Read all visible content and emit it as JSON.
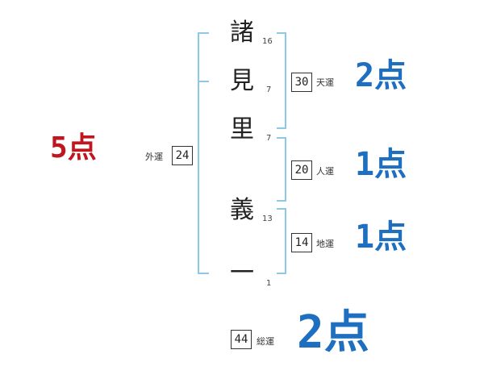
{
  "colors": {
    "bracket": "#8cc9e6",
    "score_blue": "#1e6fc0",
    "score_red": "#c0161d"
  },
  "name": {
    "chars": [
      {
        "char": "諸",
        "strokes": "16"
      },
      {
        "char": "見",
        "strokes": "7"
      },
      {
        "char": "里",
        "strokes": "7"
      },
      {
        "char": "義",
        "strokes": "13"
      },
      {
        "char": "一",
        "strokes": "1"
      }
    ]
  },
  "fortunes": {
    "ten": {
      "value": "30",
      "label": "天運",
      "score": "2",
      "unit": "点"
    },
    "jin": {
      "value": "20",
      "label": "人運",
      "score": "1",
      "unit": "点"
    },
    "chi": {
      "value": "14",
      "label": "地運",
      "score": "1",
      "unit": "点"
    },
    "gai": {
      "value": "24",
      "label": "外運",
      "score": "5",
      "unit": "点"
    },
    "sou": {
      "value": "44",
      "label": "総運",
      "score": "2",
      "unit": "点"
    }
  }
}
